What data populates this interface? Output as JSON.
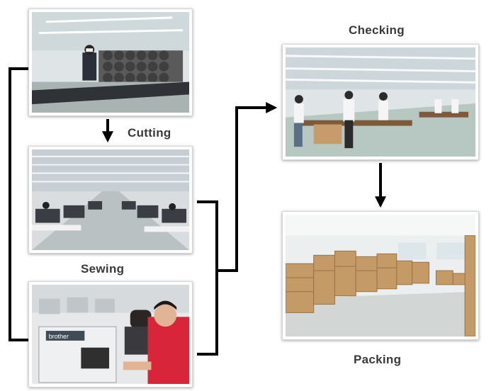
{
  "labels": {
    "cutting": "Cutting",
    "sewing": "Sewing",
    "checking": "Checking",
    "packing": "Packing"
  },
  "photos": {
    "cutting": {
      "machine_brand": ""
    },
    "embroidery": {
      "machine_brand": "brother"
    }
  },
  "colors": {
    "arrow": "#000000",
    "label": "#3a3a3a",
    "wall": "#e9ecef",
    "floor": "#c9d3d0",
    "carton": "#c49a66"
  }
}
